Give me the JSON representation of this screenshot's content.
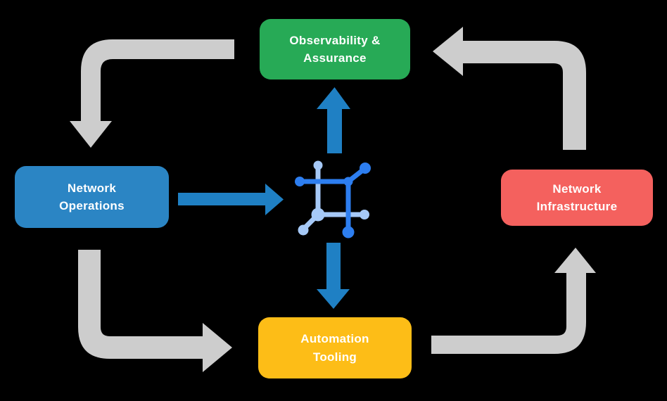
{
  "diagram": {
    "description": "Closed-loop network automation cycle diagram",
    "colors": {
      "background": "#000000",
      "label_text": "#FFFFFF",
      "cycle_arrow": "#CDCDCD",
      "flow_arrow": "#1F80C4",
      "icon_dark_blue": "#2D7EF0",
      "icon_light_blue": "#A6C9F7"
    },
    "nodes": {
      "observability": {
        "label_line1": "Observability &",
        "label_line2": "Assurance",
        "color": "#27AA56"
      },
      "operations": {
        "label_line1": "Network",
        "label_line2": "Operations",
        "color": "#2B85C4"
      },
      "infrastructure": {
        "label_line1": "Network",
        "label_line2": "Infrastructure",
        "color": "#F4615E"
      },
      "automation": {
        "label_line1": "Automation",
        "label_line2": "Tooling",
        "color": "#FDBD17"
      }
    },
    "center_icon": "network-mesh-core-icon",
    "cycle_arrows": [
      "observability-to-operations",
      "operations-to-automation",
      "automation-to-infrastructure",
      "infrastructure-to-observability"
    ],
    "flow_arrows": [
      "operations-to-core",
      "core-to-observability",
      "core-to-automation"
    ]
  }
}
